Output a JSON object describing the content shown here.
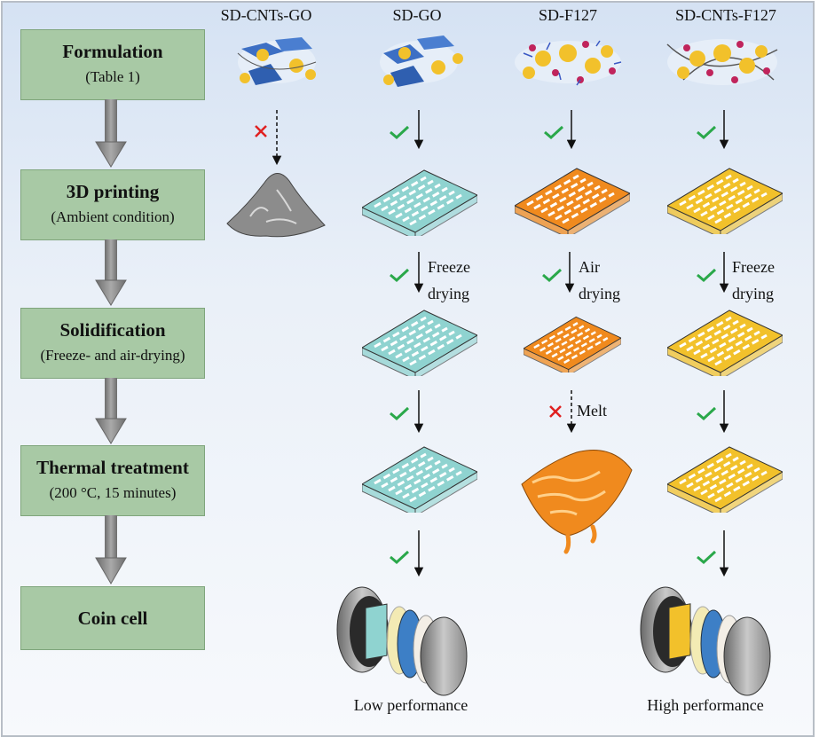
{
  "steps": [
    {
      "title": "Formulation",
      "sub": "(Table 1)"
    },
    {
      "title": "3D printing",
      "sub": "(Ambient condition)"
    },
    {
      "title": "Solidification",
      "sub": "(Freeze- and air-drying)"
    },
    {
      "title": "Thermal treatment",
      "sub": "(200 °C, 15 minutes)"
    },
    {
      "title": "Coin cell",
      "sub": ""
    }
  ],
  "columns": [
    "SD-CNTs-GO",
    "SD-GO",
    "SD-F127",
    "SD-CNTs-F127"
  ],
  "labels": {
    "freeze_line1": "Freeze",
    "freeze_line2": "drying",
    "air_line1": "Air",
    "air_line2": "drying",
    "melt": "Melt"
  },
  "footers": {
    "low": "Low performance",
    "high": "High performance"
  },
  "colors": {
    "step_box": "#a8c9a5",
    "go": "#8fd3d0",
    "f127": "#f08a1e",
    "cnts_f127": "#f2c12b",
    "check": "#2aa84a",
    "cross": "#e02020"
  }
}
